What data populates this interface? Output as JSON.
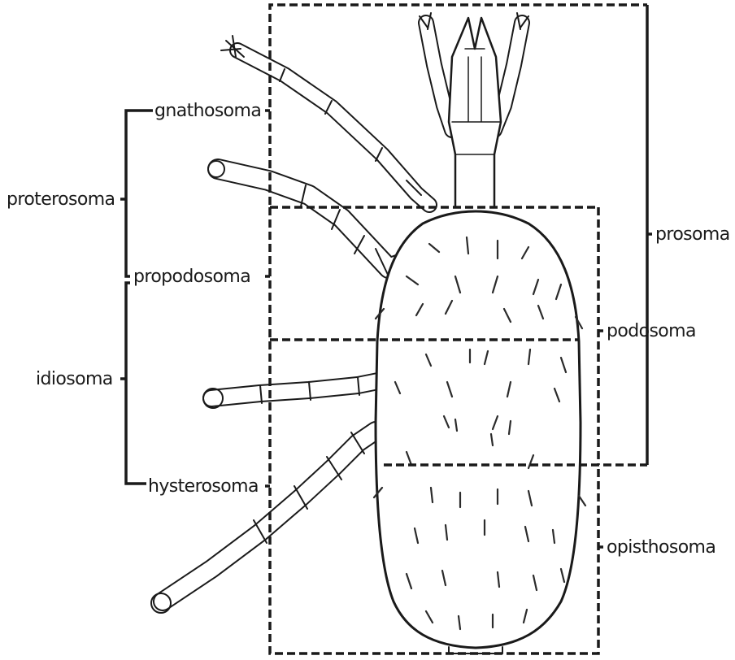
{
  "labels": {
    "gnathosoma": "gnathosoma",
    "proterosoma": "proterosoma",
    "propodosoma": "propodosoma",
    "idiosoma": "idiosoma",
    "hysterosoma": "hysterosoma",
    "prosoma": "prosoma",
    "podosoma": "podosoma",
    "opisthosoma": "opisthosoma"
  },
  "colors": {
    "ink": "#1a1a1a",
    "body_fill": "#ffffff",
    "bristle": "#2b2b2b"
  }
}
